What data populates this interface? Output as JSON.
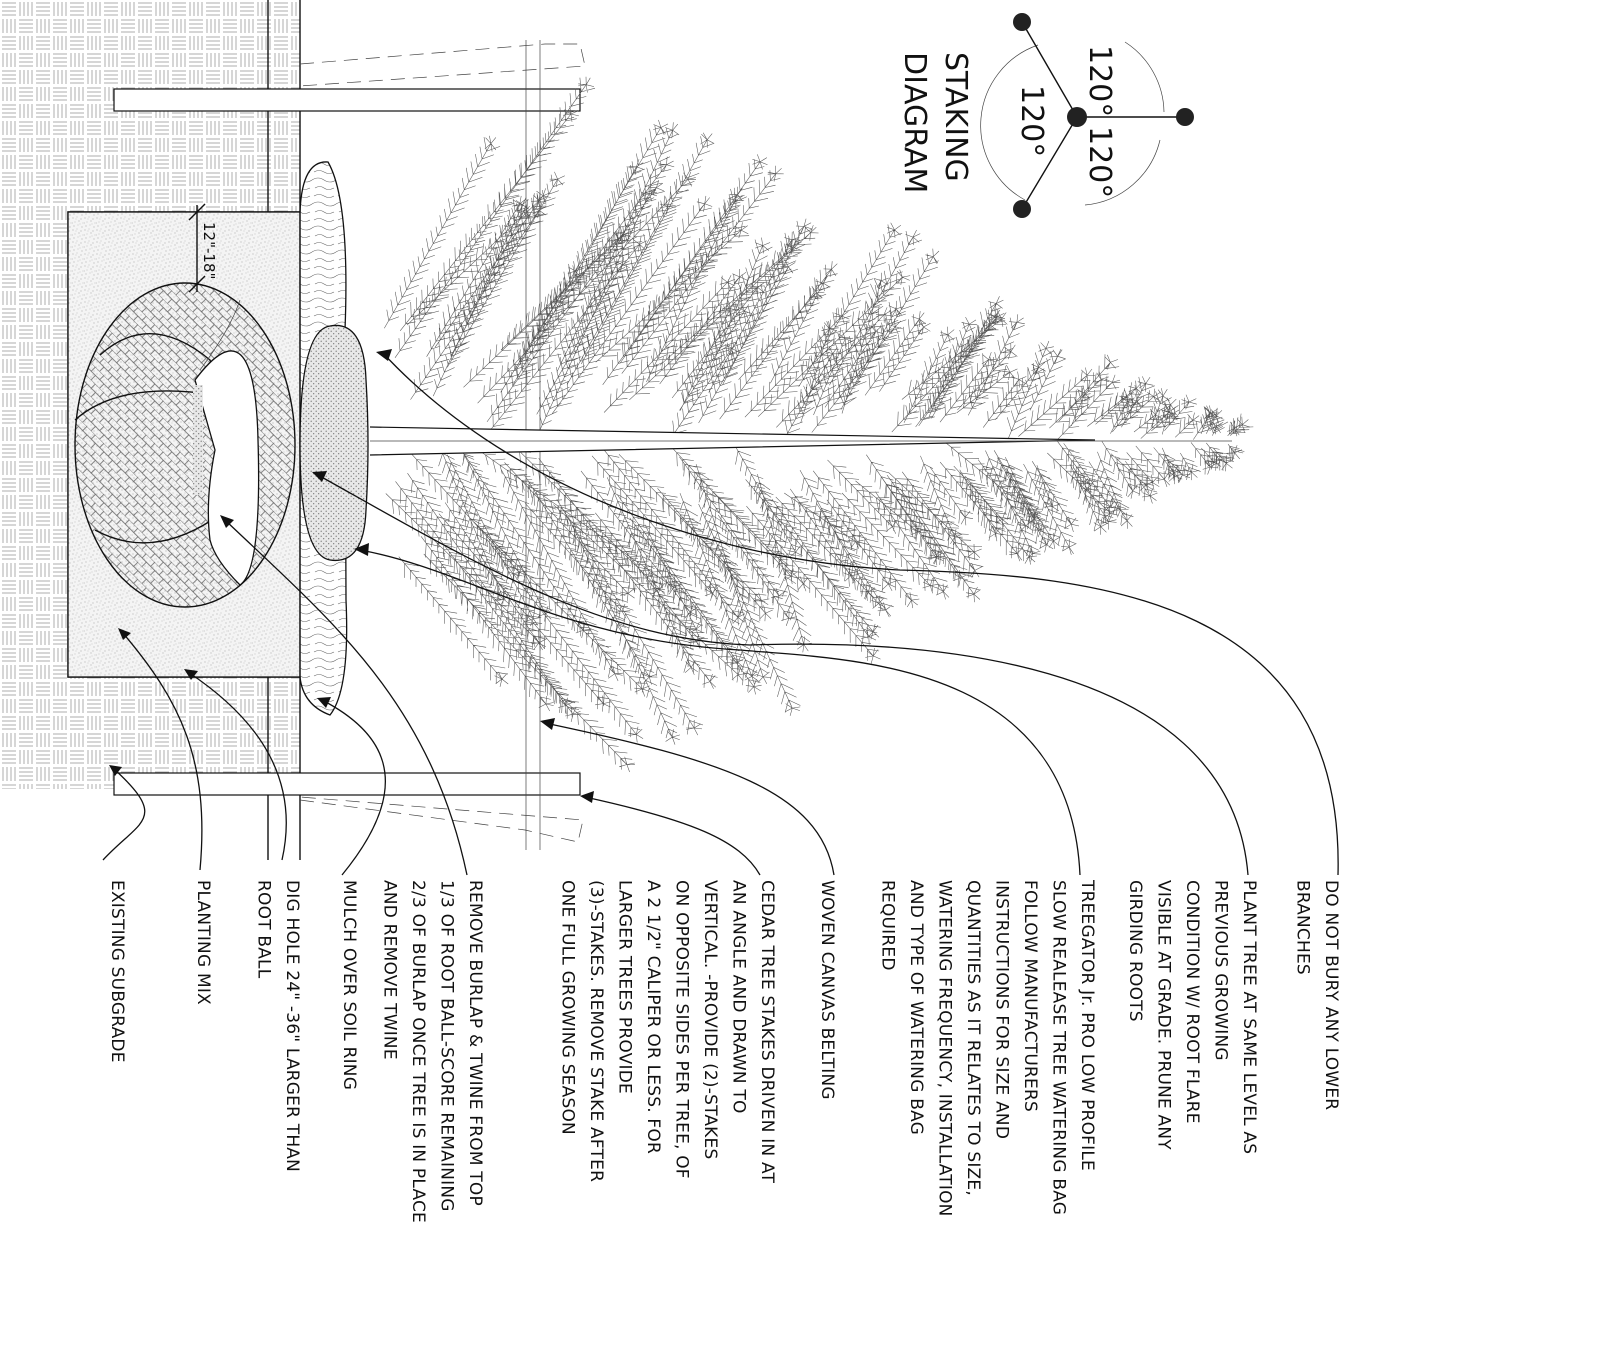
{
  "diagram": {
    "staking_title_line1": "STAKING",
    "staking_title_line2": "DIAGRAM",
    "angles": [
      "120°",
      "120°",
      "120°"
    ],
    "dimension": "12\"-18\"",
    "callouts": [
      {
        "id": "lower-branches",
        "lines": [
          "DO NOT BURY ANY LOWER",
          "BRANCHES"
        ]
      },
      {
        "id": "plant-level",
        "lines": [
          "PLANT TREE AT SAME LEVEL AS",
          "PREVIOUS GROWING",
          "CONDITION W/ ROOT FLARE",
          "VISIBLE AT GRADE.  PRUNE ANY",
          "GIRDING ROOTS"
        ]
      },
      {
        "id": "treegator",
        "lines": [
          "TREEGATOR Jr. PRO LOW PROFILE",
          "SLOW REALEASE TREE WATERING BAG",
          "FOLLOW MANUFACTURERS",
          "INSTRUCTIONS FOR SIZE AND",
          "QUANTITIES AS IT RELATES TO SIZE,",
          "WATERING FREQUENCY, INSTALLATION",
          "AND TYPE OF WATERING BAG",
          "REQUIRED"
        ]
      },
      {
        "id": "canvas-belting",
        "lines": [
          "WOVEN CANVAS BELTING"
        ]
      },
      {
        "id": "cedar-stakes",
        "lines": [
          "CEDAR TREE STAKES  DRIVEN IN AT",
          "AN ANGLE  AND DRAWN TO",
          "VERTICAL.  -PROVIDE (2)-STAKES",
          "ON  OPPOSITE SIDES PER  TREE, OF",
          "A 2 1/2\" CALIPER  OR LESS.  FOR",
          "LARGER  TREES PROVIDE",
          "(3)-STAKES.  REMOVE STAKE AFTER",
          "ONE FULL GROWING SEASON"
        ]
      },
      {
        "id": "burlap",
        "lines": [
          "REMOVE BURLAP & TWINE FROM TOP",
          "1/3 OF ROOT BALL-SCORE REMAINING",
          "2/3 OF BURLAP ONCE TREE IS IN PLACE",
          "AND REMOVE TWINE"
        ]
      },
      {
        "id": "mulch",
        "lines": [
          "MULCH OVER SOIL RING"
        ]
      },
      {
        "id": "dig-hole",
        "lines": [
          "DIG HOLE 24\" -36\" LARGER THAN",
          "ROOT BALL"
        ]
      },
      {
        "id": "planting-mix",
        "lines": [
          "PLANTING MIX"
        ]
      },
      {
        "id": "subgrade",
        "lines": [
          "EXISTING SUBGRADE"
        ]
      }
    ]
  }
}
